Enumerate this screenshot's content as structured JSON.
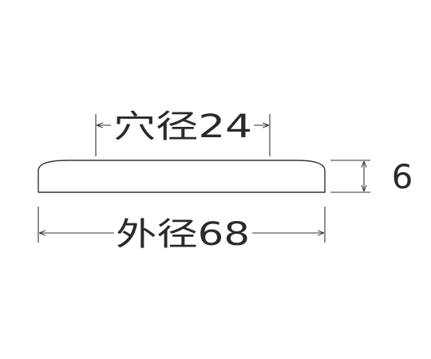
{
  "dimensions": {
    "hole_diameter": "穴径24",
    "outer_diameter": "外径68",
    "thickness": "6"
  },
  "colors": {
    "line": "#333333",
    "text": "#2a2a2a",
    "background": "#ffffff"
  }
}
